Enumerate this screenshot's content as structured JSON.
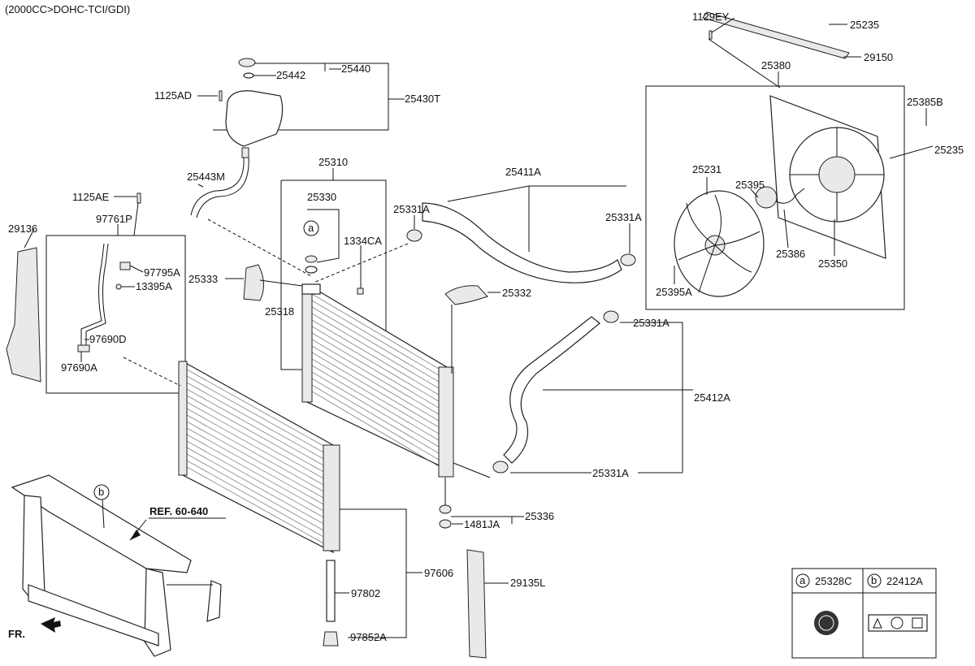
{
  "header": {
    "engine": "(2000CC>DOHC-TCI/GDI)"
  },
  "parts": {
    "p1129EY": "1129EY",
    "p25235a": "25235",
    "p29150": "29150",
    "p25380": "25380",
    "p25385B": "25385B",
    "p25235b": "25235",
    "p25440": "25440",
    "p25442": "25442",
    "p1125AD": "1125AD",
    "p25430T": "25430T",
    "p25443M": "25443M",
    "p25310": "25310",
    "p25330": "25330",
    "p25411A": "25411A",
    "p25331A_1": "25331A",
    "p25331A_2": "25331A",
    "p25231": "25231",
    "p25395": "25395",
    "p25386": "25386",
    "p25350": "25350",
    "p25395A": "25395A",
    "p1125AE": "1125AE",
    "p97761P": "97761P",
    "p29136": "29136",
    "p97795A": "97795A",
    "p13395A": "13395A",
    "p97690D": "97690D",
    "p97690A": "97690A",
    "p25333": "25333",
    "p25318": "25318",
    "p1334CA": "1334CA",
    "p25332": "25332",
    "p25331A_3": "25331A",
    "p25412A": "25412A",
    "p25331A_4": "25331A",
    "p25336": "25336",
    "p1481JA": "1481JA",
    "p97606": "97606",
    "p97802": "97802",
    "p97852A": "97852A",
    "p29135L": "29135L",
    "ref": "REF. 60-640",
    "fr": "FR."
  },
  "callouts": {
    "a": "a",
    "b": "b"
  },
  "legend": {
    "a_mark": "a",
    "a_code": "25328C",
    "b_mark": "b",
    "b_code": "22412A"
  }
}
